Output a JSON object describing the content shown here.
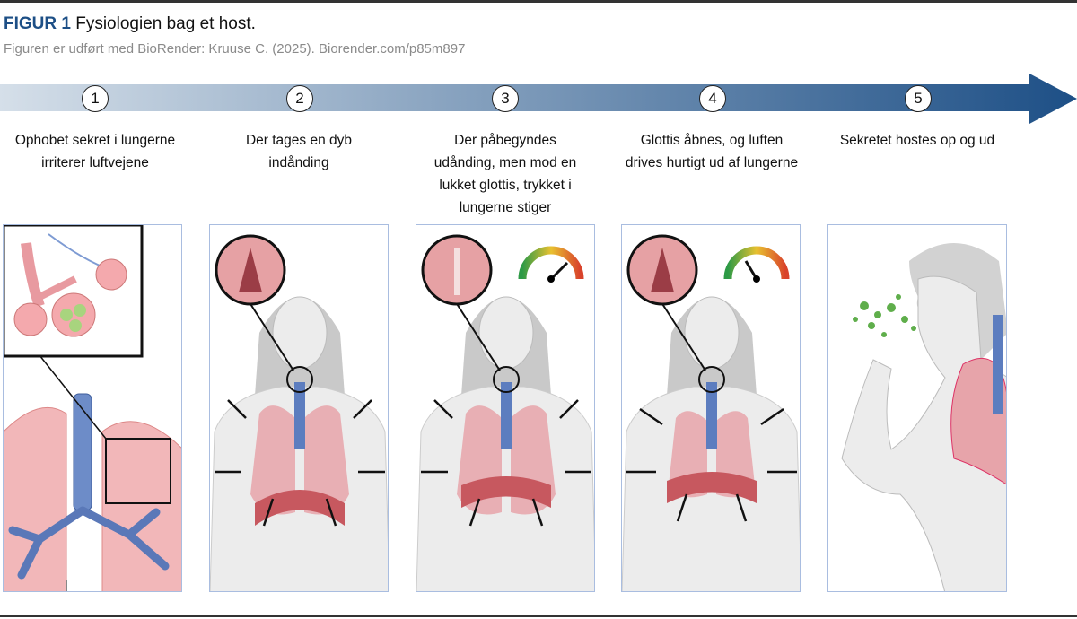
{
  "figure": {
    "label": "FIGUR 1",
    "title": "Fysiologien bag et host.",
    "credit": "Figuren er udført med BioRender: Kruuse C. (2025). Biorender.com/p85m897"
  },
  "steps": [
    {
      "number": "1",
      "text": "Ophobet sekret i lungerne irriterer luftvejene"
    },
    {
      "number": "2",
      "text": "Der tages en dyb indånding"
    },
    {
      "number": "3",
      "text": "Der påbegyndes udånding, men mod en lukket glottis, trykket i lungerne stiger"
    },
    {
      "number": "4",
      "text": "Glottis åbnes, og luften drives hurtigt ud af lungerne"
    },
    {
      "number": "5",
      "text": "Sekretet hostes op og ud"
    }
  ],
  "colors": {
    "accent": "#1d4f86",
    "arrow_start": "#d5dfe9",
    "lung": "#e79aa0",
    "trachea": "#5878b5",
    "mucus": "#6cba52"
  }
}
